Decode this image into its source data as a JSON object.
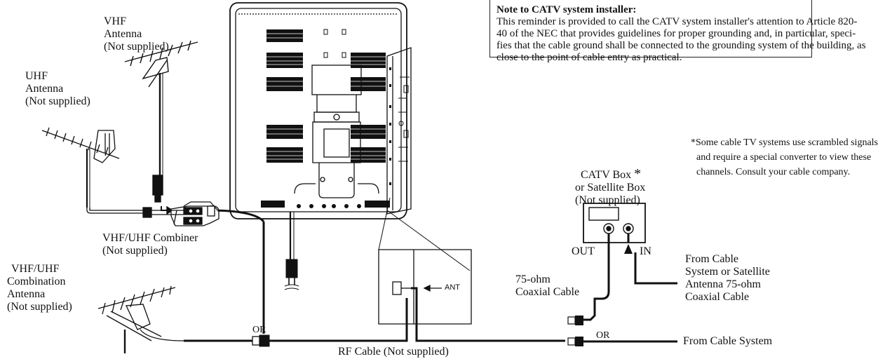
{
  "labels": {
    "vhf_antenna": [
      "VHF",
      "Antenna",
      "(Not supplied)"
    ],
    "uhf_antenna": [
      "UHF",
      "Antenna",
      "(Not supplied)"
    ],
    "combiner": [
      "VHF/UHF Combiner",
      "(Not supplied)"
    ],
    "combo_antenna": [
      "VHF/UHF",
      "Combination",
      "Antenna",
      "(Not supplied)"
    ],
    "or_left": "OR",
    "rf_cable": "RF Cable (Not supplied)",
    "ant_jack": "ANT",
    "catv_box": [
      "CATV Box",
      "or Satellite Box",
      "(Not supplied)"
    ],
    "catv_asterisk": "*",
    "out": "OUT",
    "in": "IN",
    "coax_75": [
      "75-ohm",
      "Coaxial Cable"
    ],
    "from_cable_satellite": [
      "From Cable",
      "System or Satellite",
      "Antenna 75-ohm",
      "Coaxial Cable"
    ],
    "or_right": "OR",
    "from_cable_system": "From Cable System"
  },
  "note": {
    "title": "Note to CATV system installer:",
    "lines": [
      "This reminder is provided to call the CATV system installer's attention to Article 820-",
      "40 of the NEC that provides guidelines for proper grounding and, in particular, speci-",
      "fies that the cable ground shall be connected to the grounding system of the building, as",
      "close to the point of cable entry as practical."
    ]
  },
  "side_note": [
    "*Some cable TV systems use scrambled signals",
    "and require a special converter to view these",
    "channels. Consult your cable company."
  ]
}
